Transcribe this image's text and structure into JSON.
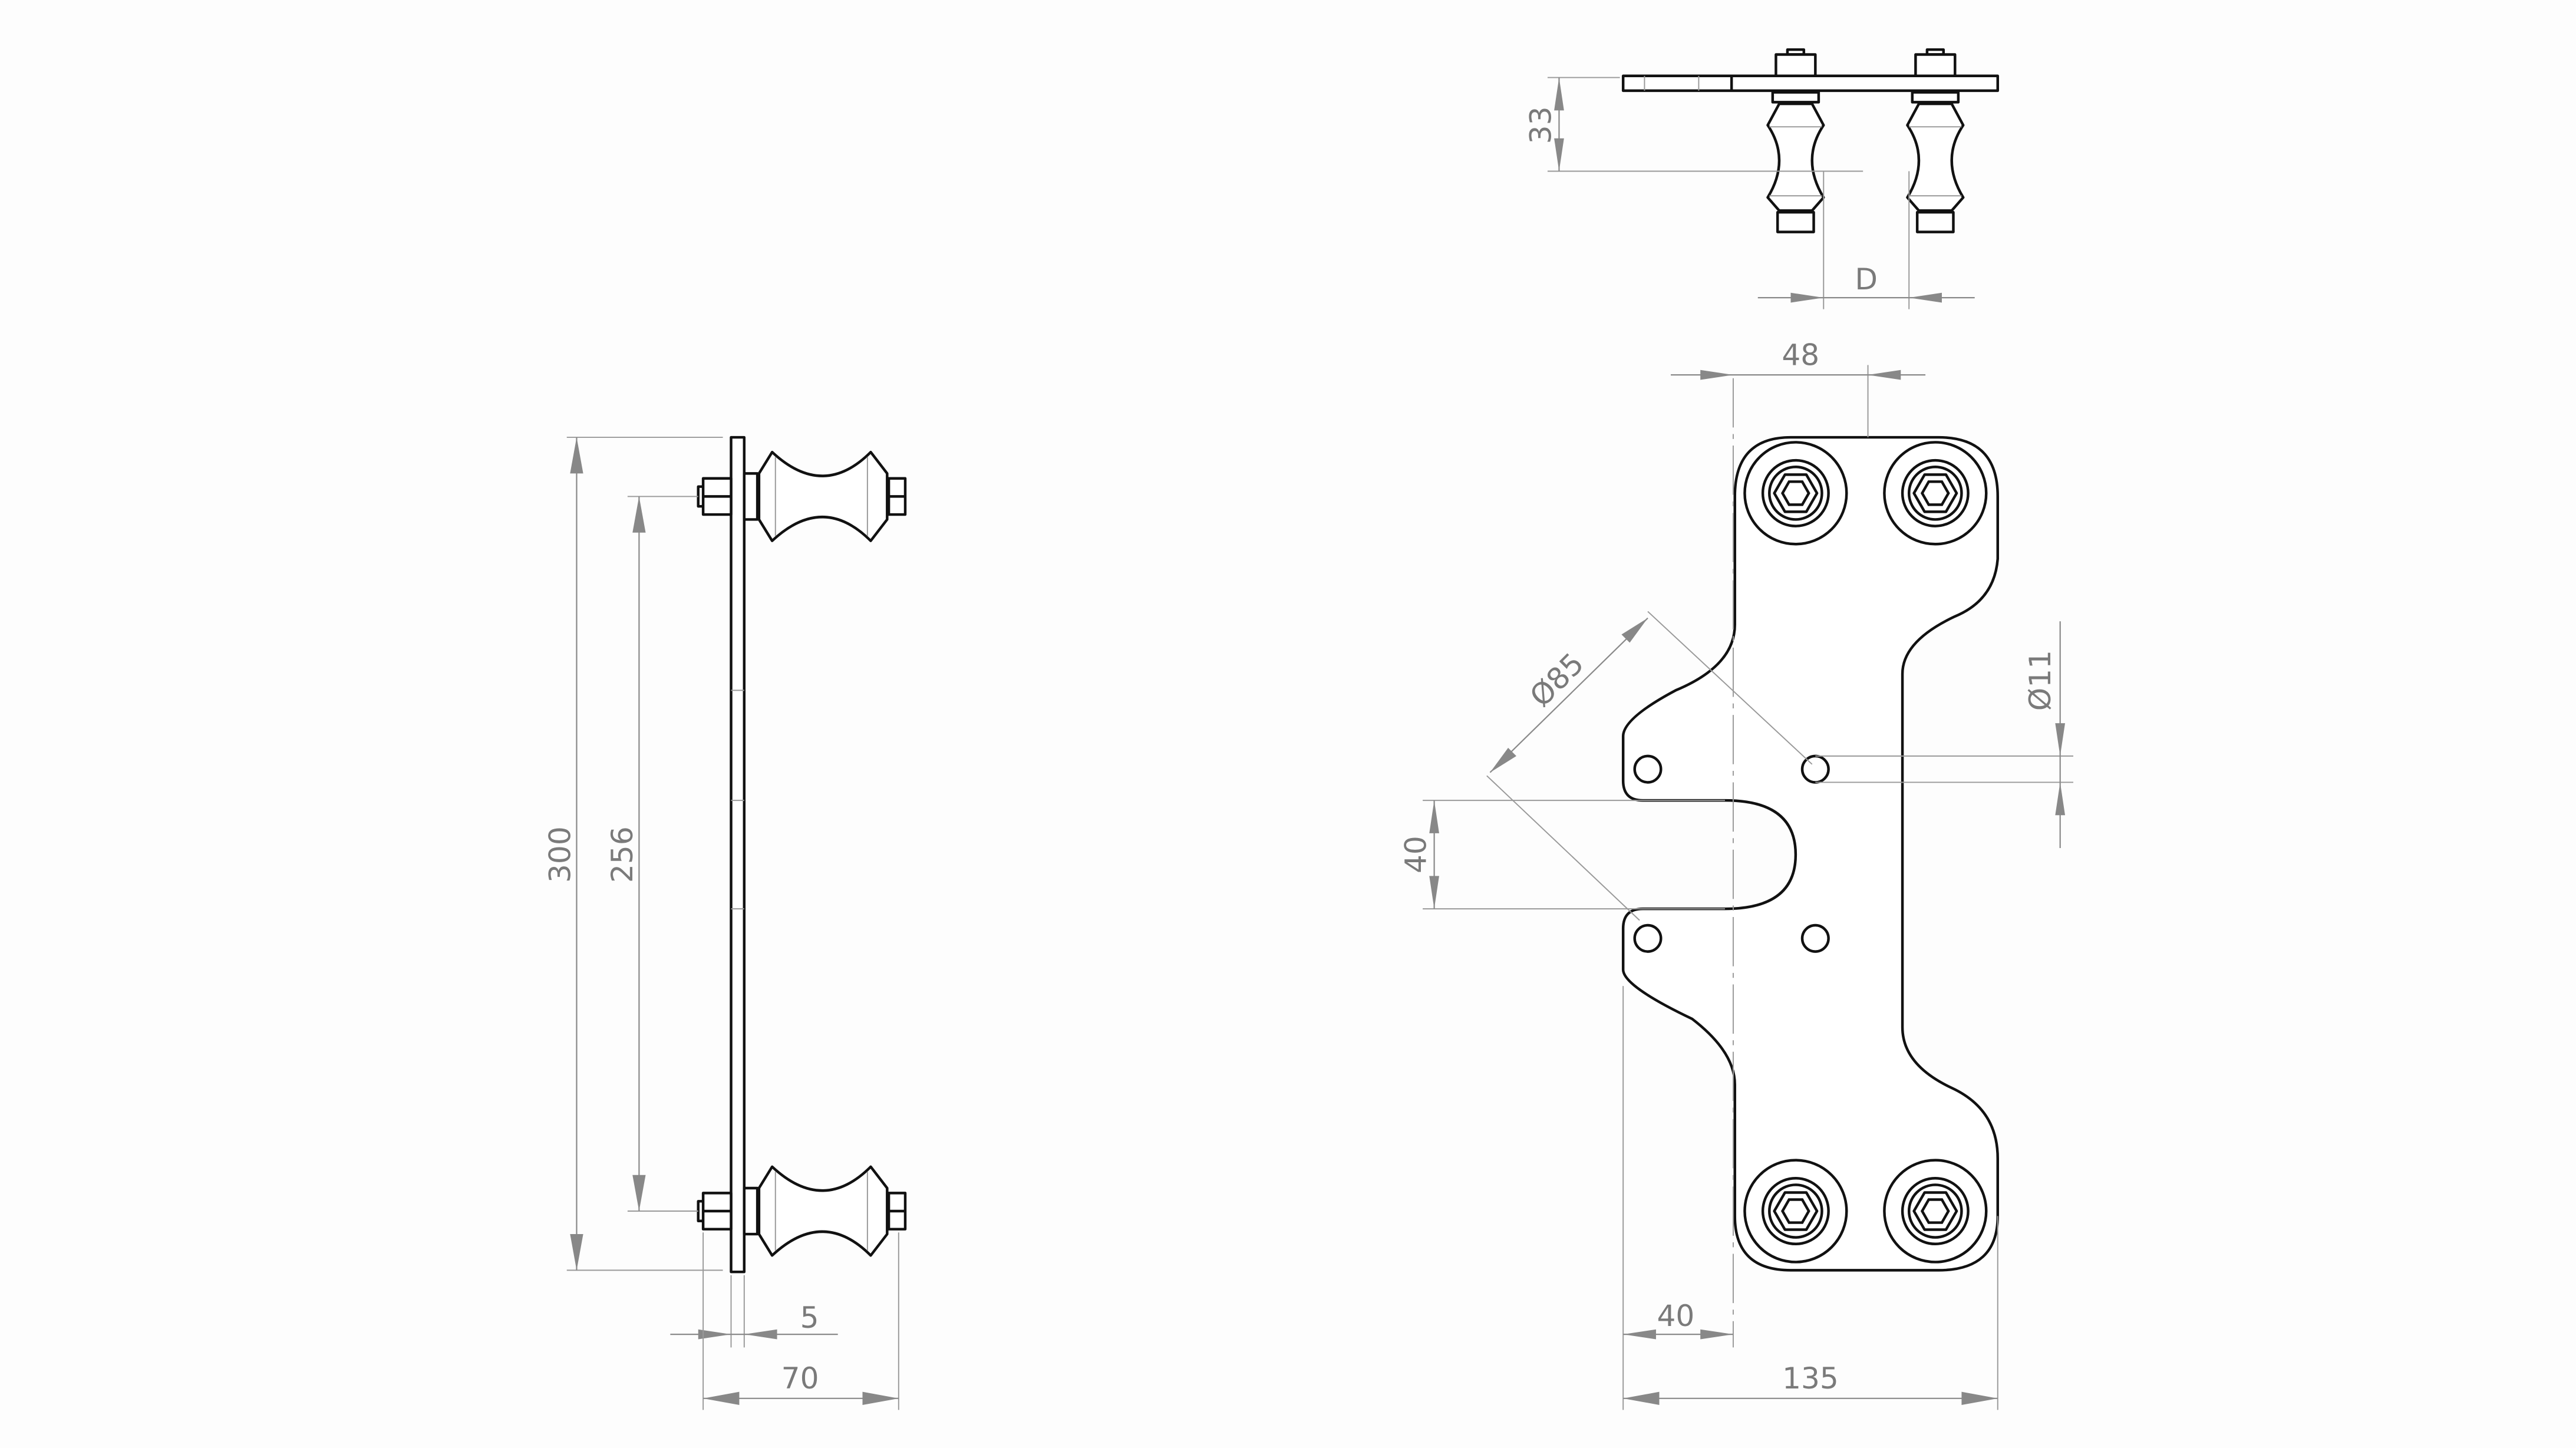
{
  "drawing": {
    "side_view": {
      "dim_height": "300",
      "dim_bolt_spacing": "256",
      "dim_plate_thickness": "5",
      "dim_width": "70"
    },
    "top_view": {
      "dim_height": "33",
      "dim_roller_spacing": "D"
    },
    "front_view": {
      "dim_top_offset": "48",
      "dim_hole_pattern": "Ø85",
      "dim_hole_diameter": "Ø11",
      "dim_notch": "40",
      "dim_left_offset": "40",
      "dim_width": "135"
    },
    "colors": {
      "outline": "#111111",
      "dimension": "#8a8a8a"
    }
  }
}
